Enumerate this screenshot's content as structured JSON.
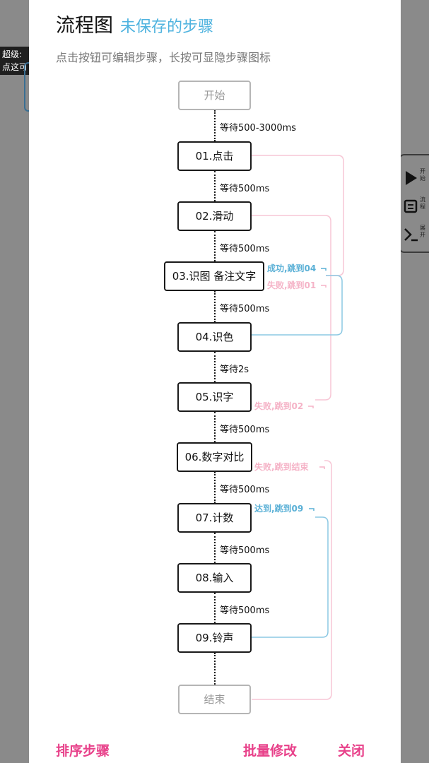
{
  "background": {
    "badge_lines": [
      "超级:",
      "点这可"
    ],
    "side_panel": [
      {
        "icon": "play-icon",
        "label": "开始"
      },
      {
        "icon": "flow-icon",
        "label": "流程"
      },
      {
        "icon": "expand-icon",
        "label": "展开"
      }
    ]
  },
  "dialog": {
    "title": "流程图",
    "subtitle": "未保存的步骤",
    "hint": "点击按钮可编辑步骤，长按可显隐步骤图标"
  },
  "flow": {
    "start": "开始",
    "end": "结束",
    "steps": [
      {
        "label": "01.点击",
        "wait_before": "等待500-3000ms"
      },
      {
        "label": "02.滑动",
        "wait_before": "等待500ms"
      },
      {
        "label": "03.识图 备注文字",
        "wait_before": "等待500ms"
      },
      {
        "label": "04.识色",
        "wait_before": "等待500ms"
      },
      {
        "label": "05.识字",
        "wait_before": "等待2s"
      },
      {
        "label": "06.数字对比",
        "wait_before": "等待500ms"
      },
      {
        "label": "07.计数",
        "wait_before": "等待500ms"
      },
      {
        "label": "08.输入",
        "wait_before": "等待500ms"
      },
      {
        "label": "09.铃声",
        "wait_before": "等待500ms"
      }
    ],
    "branches": [
      {
        "text": "成功,跳到04",
        "color": "blue"
      },
      {
        "text": "失败,跳到01",
        "color": "pink"
      },
      {
        "text": "失败,跳到02",
        "color": "pink"
      },
      {
        "text": "失败,跳到结束",
        "color": "pink"
      },
      {
        "text": "达到,跳到09",
        "color": "blue"
      }
    ]
  },
  "footer": {
    "sort_label": "排序步骤",
    "batch_label": "批量修改",
    "close_label": "关闭"
  },
  "colors": {
    "accent": "#e8418a",
    "subtitle": "#4fb3df",
    "branch_pink": "#f5b3c7",
    "branch_blue": "#5ab0d6"
  }
}
